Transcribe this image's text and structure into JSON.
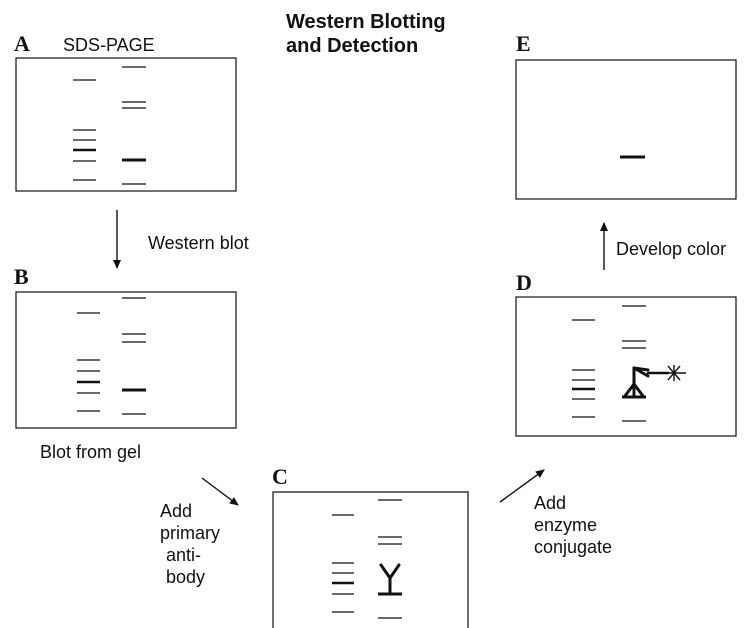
{
  "title_line1": "Western Blotting",
  "title_line2": "and Detection",
  "panels": {
    "a": {
      "letter": "A",
      "caption": "SDS-PAGE"
    },
    "b": {
      "letter": "B",
      "caption": "Blot from gel"
    },
    "c": {
      "letter": "C"
    },
    "d": {
      "letter": "D"
    },
    "e": {
      "letter": "E"
    }
  },
  "steps": {
    "a_to_b": "Western blot",
    "b_to_c": [
      "Add",
      "primary",
      "anti-",
      "body"
    ],
    "c_to_d": [
      "Add",
      "enzyme",
      "conjugate"
    ],
    "d_to_e": "Develop color"
  },
  "colors": {
    "ink": "#111111",
    "background": "#ffffff"
  }
}
